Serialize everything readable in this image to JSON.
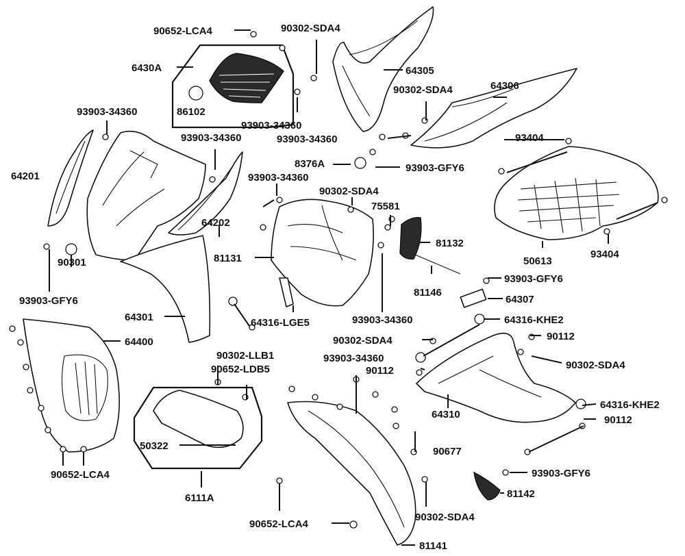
{
  "labels": [
    "90652-LCA4",
    "90302-SDA4",
    "6430A",
    "64305",
    "90302-SDA4",
    "64306",
    "86102",
    "93903-34360",
    "93903-34360",
    "93903-34360",
    "93903-34360",
    "93404",
    "8376A",
    "93903-GFY6",
    "64201",
    "93903-34360",
    "90302-SDA4",
    "75581",
    "64202",
    "81132",
    "81131",
    "90301",
    "50613",
    "93404",
    "81146",
    "93903-GFY6",
    "64307",
    "93903-GFY6",
    "64301",
    "64316-LGE5",
    "93903-34360",
    "64316-KHE2",
    "64400",
    "90302-SDA4",
    "90112",
    "90302-LLB1",
    "93903-34360",
    "90302-SDA4",
    "90652-LDB5",
    "90112",
    "64316-KHE2",
    "64310",
    "90112",
    "50322",
    "90677",
    "93903-GFY6",
    "90652-LCA4",
    "81142",
    "6111A",
    "90302-SDA4",
    "90652-LCA4",
    "81141"
  ],
  "colors": {
    "line": "#111111",
    "background": "#ffffff"
  }
}
